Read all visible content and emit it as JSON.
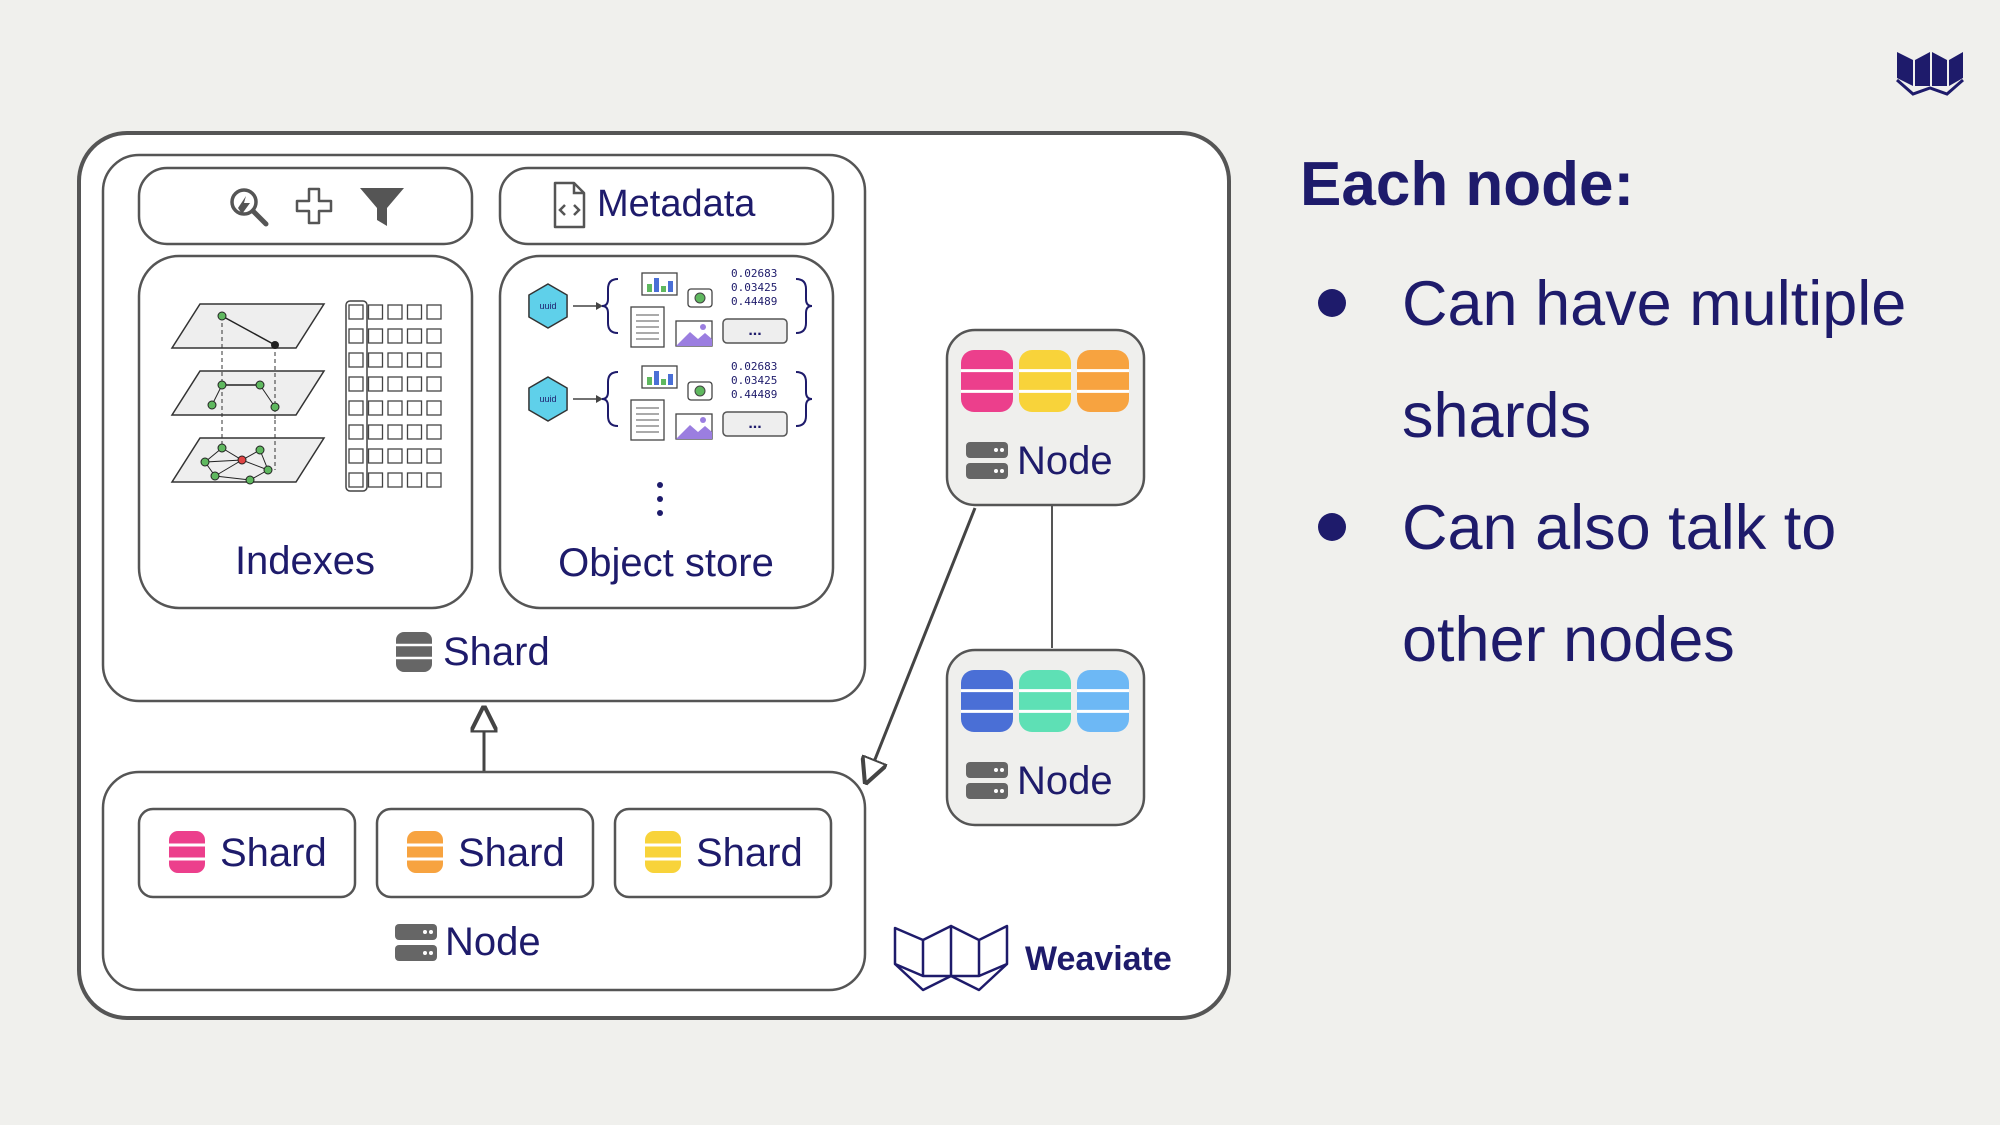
{
  "brand": {
    "name": "Weaviate",
    "color": "#1e1b6b"
  },
  "diagram": {
    "metadata_label": "Metadata",
    "tool_icons": [
      "search-vector-icon",
      "plus-icon",
      "filter-icon"
    ],
    "indexes_label": "Indexes",
    "object_store_label": "Object store",
    "uuid_label": "uuid",
    "vector_values": [
      "0.02683",
      "0.03425",
      "0.44489"
    ],
    "ellipsis": "...",
    "shard_label": "Shard",
    "node_label": "Node",
    "node_shards": [
      {
        "label": "Shard",
        "color": "#ec3f8c"
      },
      {
        "label": "Shard",
        "color": "#f7a340"
      },
      {
        "label": "Shard",
        "color": "#f8d33a"
      }
    ],
    "other_nodes": [
      {
        "label": "Node",
        "colors": [
          "#ec3f8c",
          "#f8d33a",
          "#f7a340"
        ]
      },
      {
        "label": "Node",
        "colors": [
          "#4a6fd6",
          "#5ee0b5",
          "#6db8f5"
        ]
      }
    ]
  },
  "panel": {
    "heading": "Each node:",
    "bullets": [
      "Can have multiple shards",
      "Can also talk to other nodes"
    ]
  }
}
